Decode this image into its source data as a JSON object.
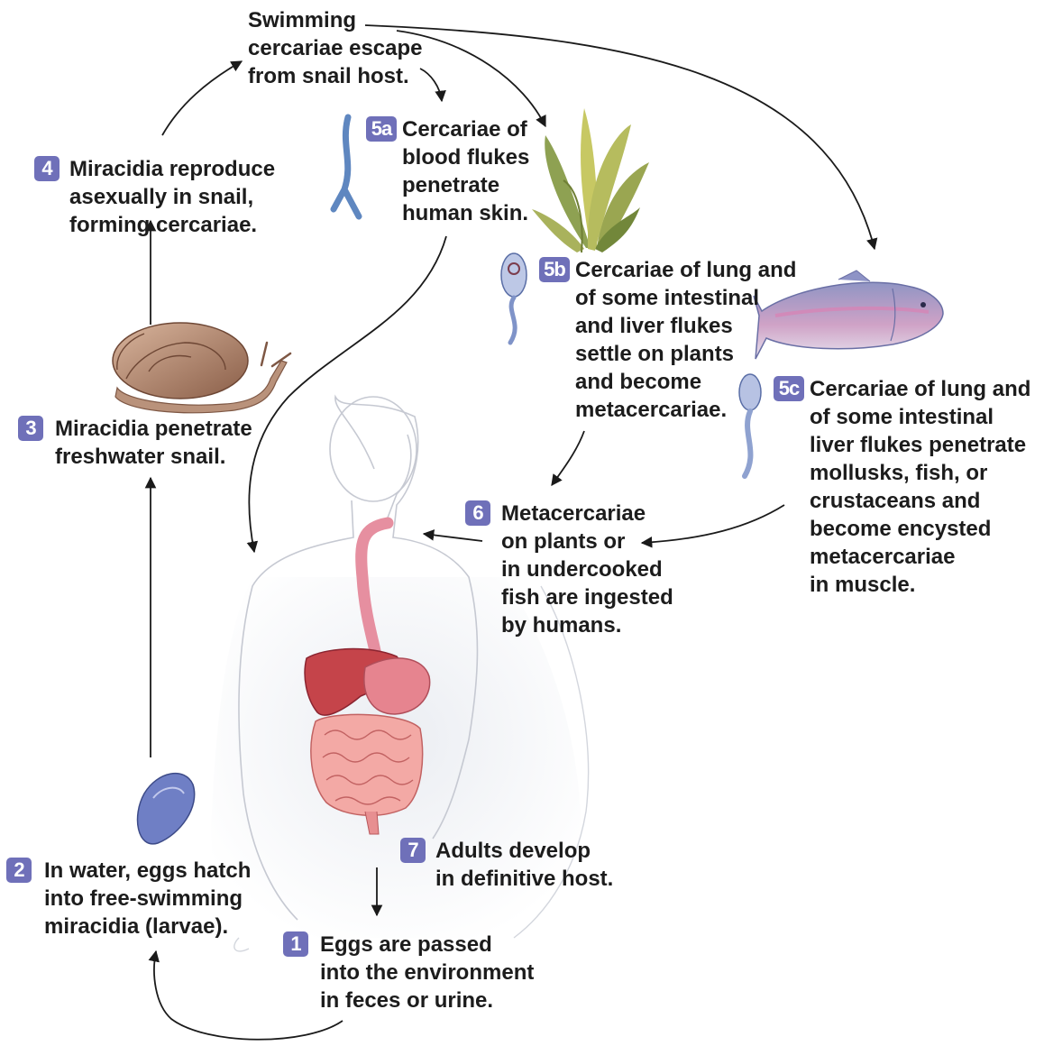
{
  "steps": [
    {
      "badge": "1",
      "text": "Eggs are passed\ninto the environment\nin feces or urine."
    },
    {
      "badge": "2",
      "text": "In water, eggs hatch\ninto free-swimming\nmiracidia (larvae)."
    },
    {
      "badge": "3",
      "text": "Miracidia penetrate\nfreshwater snail."
    },
    {
      "badge": "4",
      "text": "Miracidia reproduce\nasexually in snail,\nforming cercariae."
    },
    {
      "badge": "",
      "text": "Swimming\ncercariae escape\nfrom snail host."
    },
    {
      "badge": "5a",
      "text": "Cercariae of\nblood flukes\npenetrate\nhuman skin."
    },
    {
      "badge": "5b",
      "text": "Cercariae of lung and\nof some intestinal\nand liver flukes\nsettle on plants\nand become\nmetacercariae."
    },
    {
      "badge": "5c",
      "text": "Cercariae of lung and\nof some intestinal\nliver flukes penetrate\nmollusks, fish, or\ncrustaceans and\nbecome encysted\nmetacercariae\nin muscle."
    },
    {
      "badge": "6",
      "text": "Metacercariae\non plants or\nin undercooked\nfish are ingested\nby humans."
    },
    {
      "badge": "7",
      "text": "Adults develop\nin definitive host."
    }
  ],
  "colors": {
    "badge": "#6f70b9",
    "arrow": "#1a1a1a"
  }
}
